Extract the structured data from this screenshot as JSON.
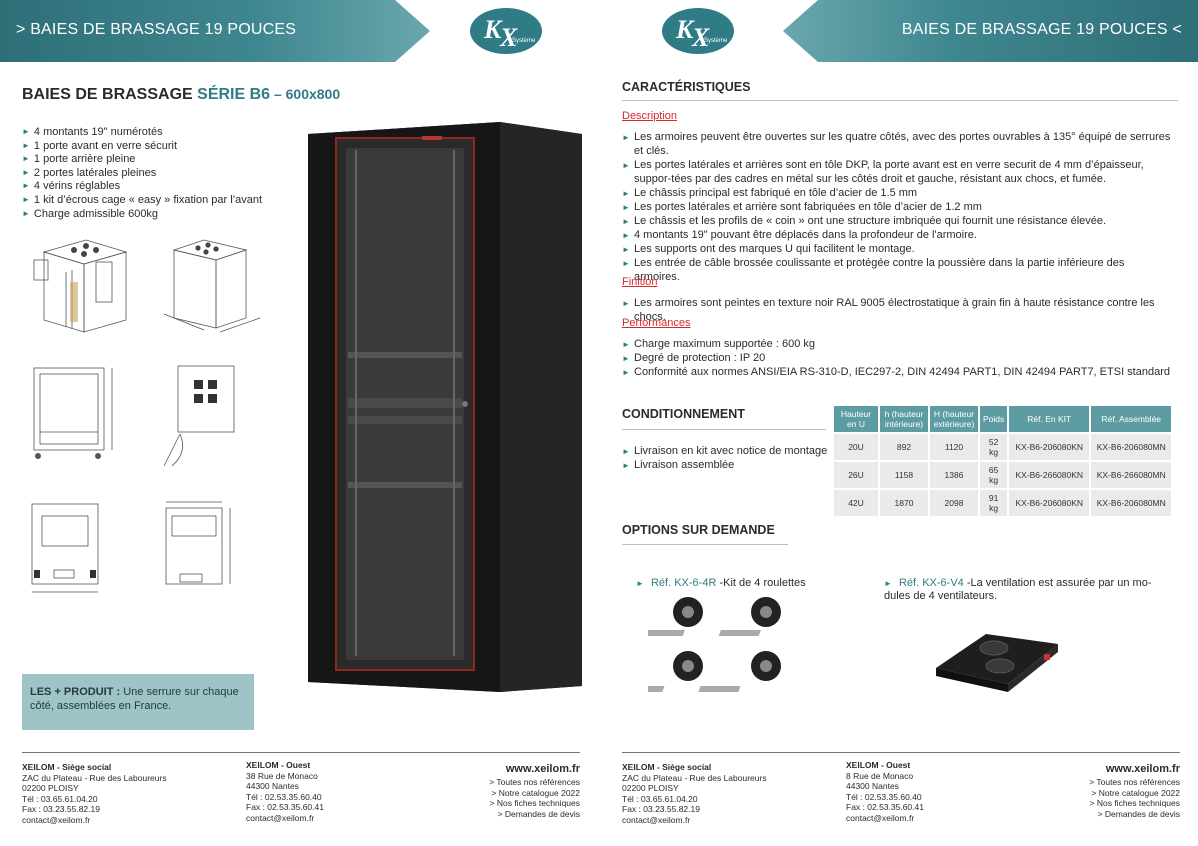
{
  "header": {
    "left_banner": "> BAIES DE BRASSAGE 19 POUCES",
    "right_banner": "BAIES DE BRASSAGE 19 POUCES <",
    "logo_text": "Système"
  },
  "product": {
    "title_main": "BAIES DE BRASSAGE ",
    "title_series": "SÉRIE B6",
    "title_dims": " – 600x800",
    "features": [
      "4 montants 19\" numérotés",
      "1 porte avant en verre sécurit",
      "1 porte arrière pleine",
      "2 portes latérales pleines",
      "4 vérins réglables",
      "1 kit d’écrous cage « easy » fixation par l’avant",
      "Charge admissible 600kg"
    ],
    "plus_label": "LES + PRODUIT :",
    "plus_text": " Une serrure sur chaque côté, assemblées en France."
  },
  "characteristics": {
    "title": "CARACTÉRISTIQUES",
    "description_label": "Description",
    "description_items": [
      "Les armoires peuvent être ouvertes sur les quatre côtés, avec des portes ouvrables à 135° équipé de serrures et clés.",
      "Les portes latérales et arrières sont en tôle DKP, la porte avant est en verre securit de 4 mm d’épaisseur, suppor-tées par des cadres en métal sur les côtés droit et gauche, résistant aux chocs, et fumée.",
      "Le châssis principal est fabriqué en tôle d’acier de 1.5 mm",
      "Les portes latérales et arrière sont fabriquées en tôle d’acier de 1.2 mm",
      "Le châssis et les profils de « coin » ont une structure imbriquée qui fournit une résistance élevée.",
      "4 montants 19\" pouvant être déplacés dans la profondeur de l'armoire.",
      "Les supports ont des marques U qui facilitent le montage.",
      "Les entrée de câble brossée coulissante et protégée contre la poussière dans la partie inférieure des armoires."
    ],
    "finish_label": "Finition",
    "finish_items": [
      "Les armoires sont peintes en texture noir RAL 9005 électrostatique à grain fin à haute résistance contre les chocs."
    ],
    "performance_label": "Performances",
    "performance_items": [
      "Charge maximum supportée : 600 kg",
      "Degré de protection : IP 20",
      "Conformité aux normes ANSI/EIA RS-310-D, IEC297-2, DIN 42494 PART1, DIN 42494 PART7, ETSI standard"
    ]
  },
  "packaging": {
    "title": "CONDITIONNEMENT",
    "items": [
      "Livraison en kit avec notice de montage",
      "Livraison assemblée"
    ],
    "headers": [
      "Hauteur en U",
      "h (hauteur intérieure)",
      "H (hauteur extérieure)",
      "Poids",
      "Réf. En KIT",
      "Réf. Assemblée"
    ],
    "rows": [
      [
        "20U",
        "892",
        "1120",
        "52 kg",
        "KX-B6-206080KN",
        "KX-B6-206080MN"
      ],
      [
        "26U",
        "1158",
        "1386",
        "65 kg",
        "KX-B6-266080KN",
        "KX-B6-266080MN"
      ],
      [
        "42U",
        "1870",
        "2098",
        "91 kg",
        "KX-B6-206080KN",
        "KX-B6-206080MN"
      ]
    ]
  },
  "options": {
    "title": "OPTIONS SUR DEMANDE",
    "opt1_ref": "Réf. KX-6-4R",
    "opt1_text": " -Kit de 4 roulettes",
    "opt2_ref": "Réf. KX-6-V4",
    "opt2_text": " -La ventilation est assurée par un mo-dules de 4 ventilateurs."
  },
  "footer": {
    "hq_title": "XEILOM - Siège social",
    "hq_lines": [
      "ZAC du Plateau - Rue des Laboureurs",
      "02200 PLOISY",
      "Tél : 03.65.61.04.20",
      "Fax : 03.23.55.82.19",
      "contact@xeilom.fr"
    ],
    "west_title": "XEILOM - Ouest",
    "west_lines_left": [
      "38 Rue de Monaco",
      "44300 Nantes",
      "Tél : 02.53.35.60.40",
      "Fax : 02.53.35.60.41",
      "contact@xeilom.fr"
    ],
    "west_lines_right": [
      "8 Rue de Monaco",
      "44300 Nantes",
      "Tél : 02.53.35.60.40",
      "Fax : 02.53.35.60.41",
      "contact@xeilom.fr"
    ],
    "website": "www.xeilom.fr",
    "links": [
      "> Toutes nos références",
      "> Notre catalogue 2022",
      "> Nos fiches techniques",
      "> Demandes de devis"
    ]
  }
}
